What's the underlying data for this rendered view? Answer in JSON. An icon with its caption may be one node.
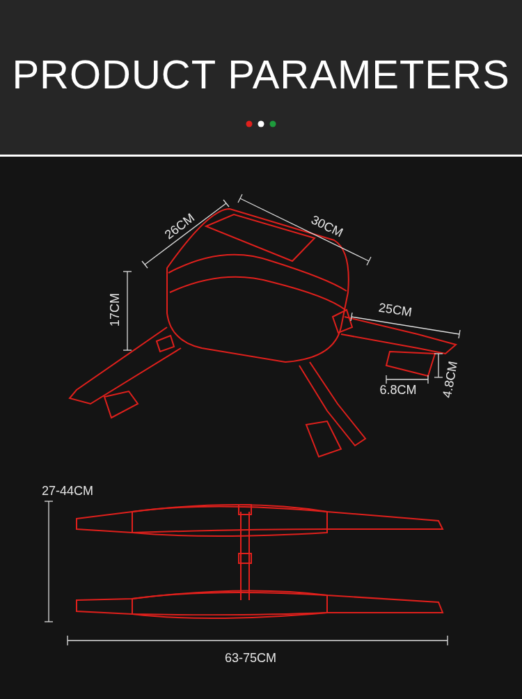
{
  "diagram": {
    "title": "PRODUCT PARAMETERS",
    "labels": [
      "26CM",
      "30CM",
      "17CM",
      "25CM",
      "6.8CM",
      "4.8CM",
      "27-44CM",
      "63-75CM"
    ]
  }
}
